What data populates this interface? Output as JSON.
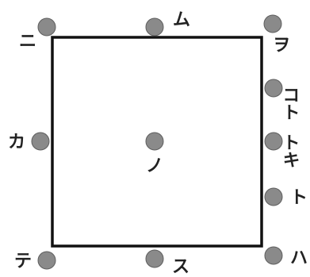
{
  "colors": {
    "background": "#ffffff",
    "square_stroke": "#111111",
    "point_fill": "#8a8a8a",
    "label_color": "#222222"
  },
  "points": [
    {
      "id": "top-left",
      "label": "ニ"
    },
    {
      "id": "top-center",
      "label": "ム"
    },
    {
      "id": "top-right",
      "label": "ヲ"
    },
    {
      "id": "right-upper",
      "label": "コト"
    },
    {
      "id": "right-middle",
      "label": "トキ"
    },
    {
      "id": "right-lower",
      "label": "ト"
    },
    {
      "id": "bottom-right",
      "label": "ハ"
    },
    {
      "id": "bottom-center",
      "label": "ス"
    },
    {
      "id": "bottom-left",
      "label": "テ"
    },
    {
      "id": "left-middle",
      "label": "カ"
    },
    {
      "id": "center",
      "label": "ノ"
    }
  ]
}
